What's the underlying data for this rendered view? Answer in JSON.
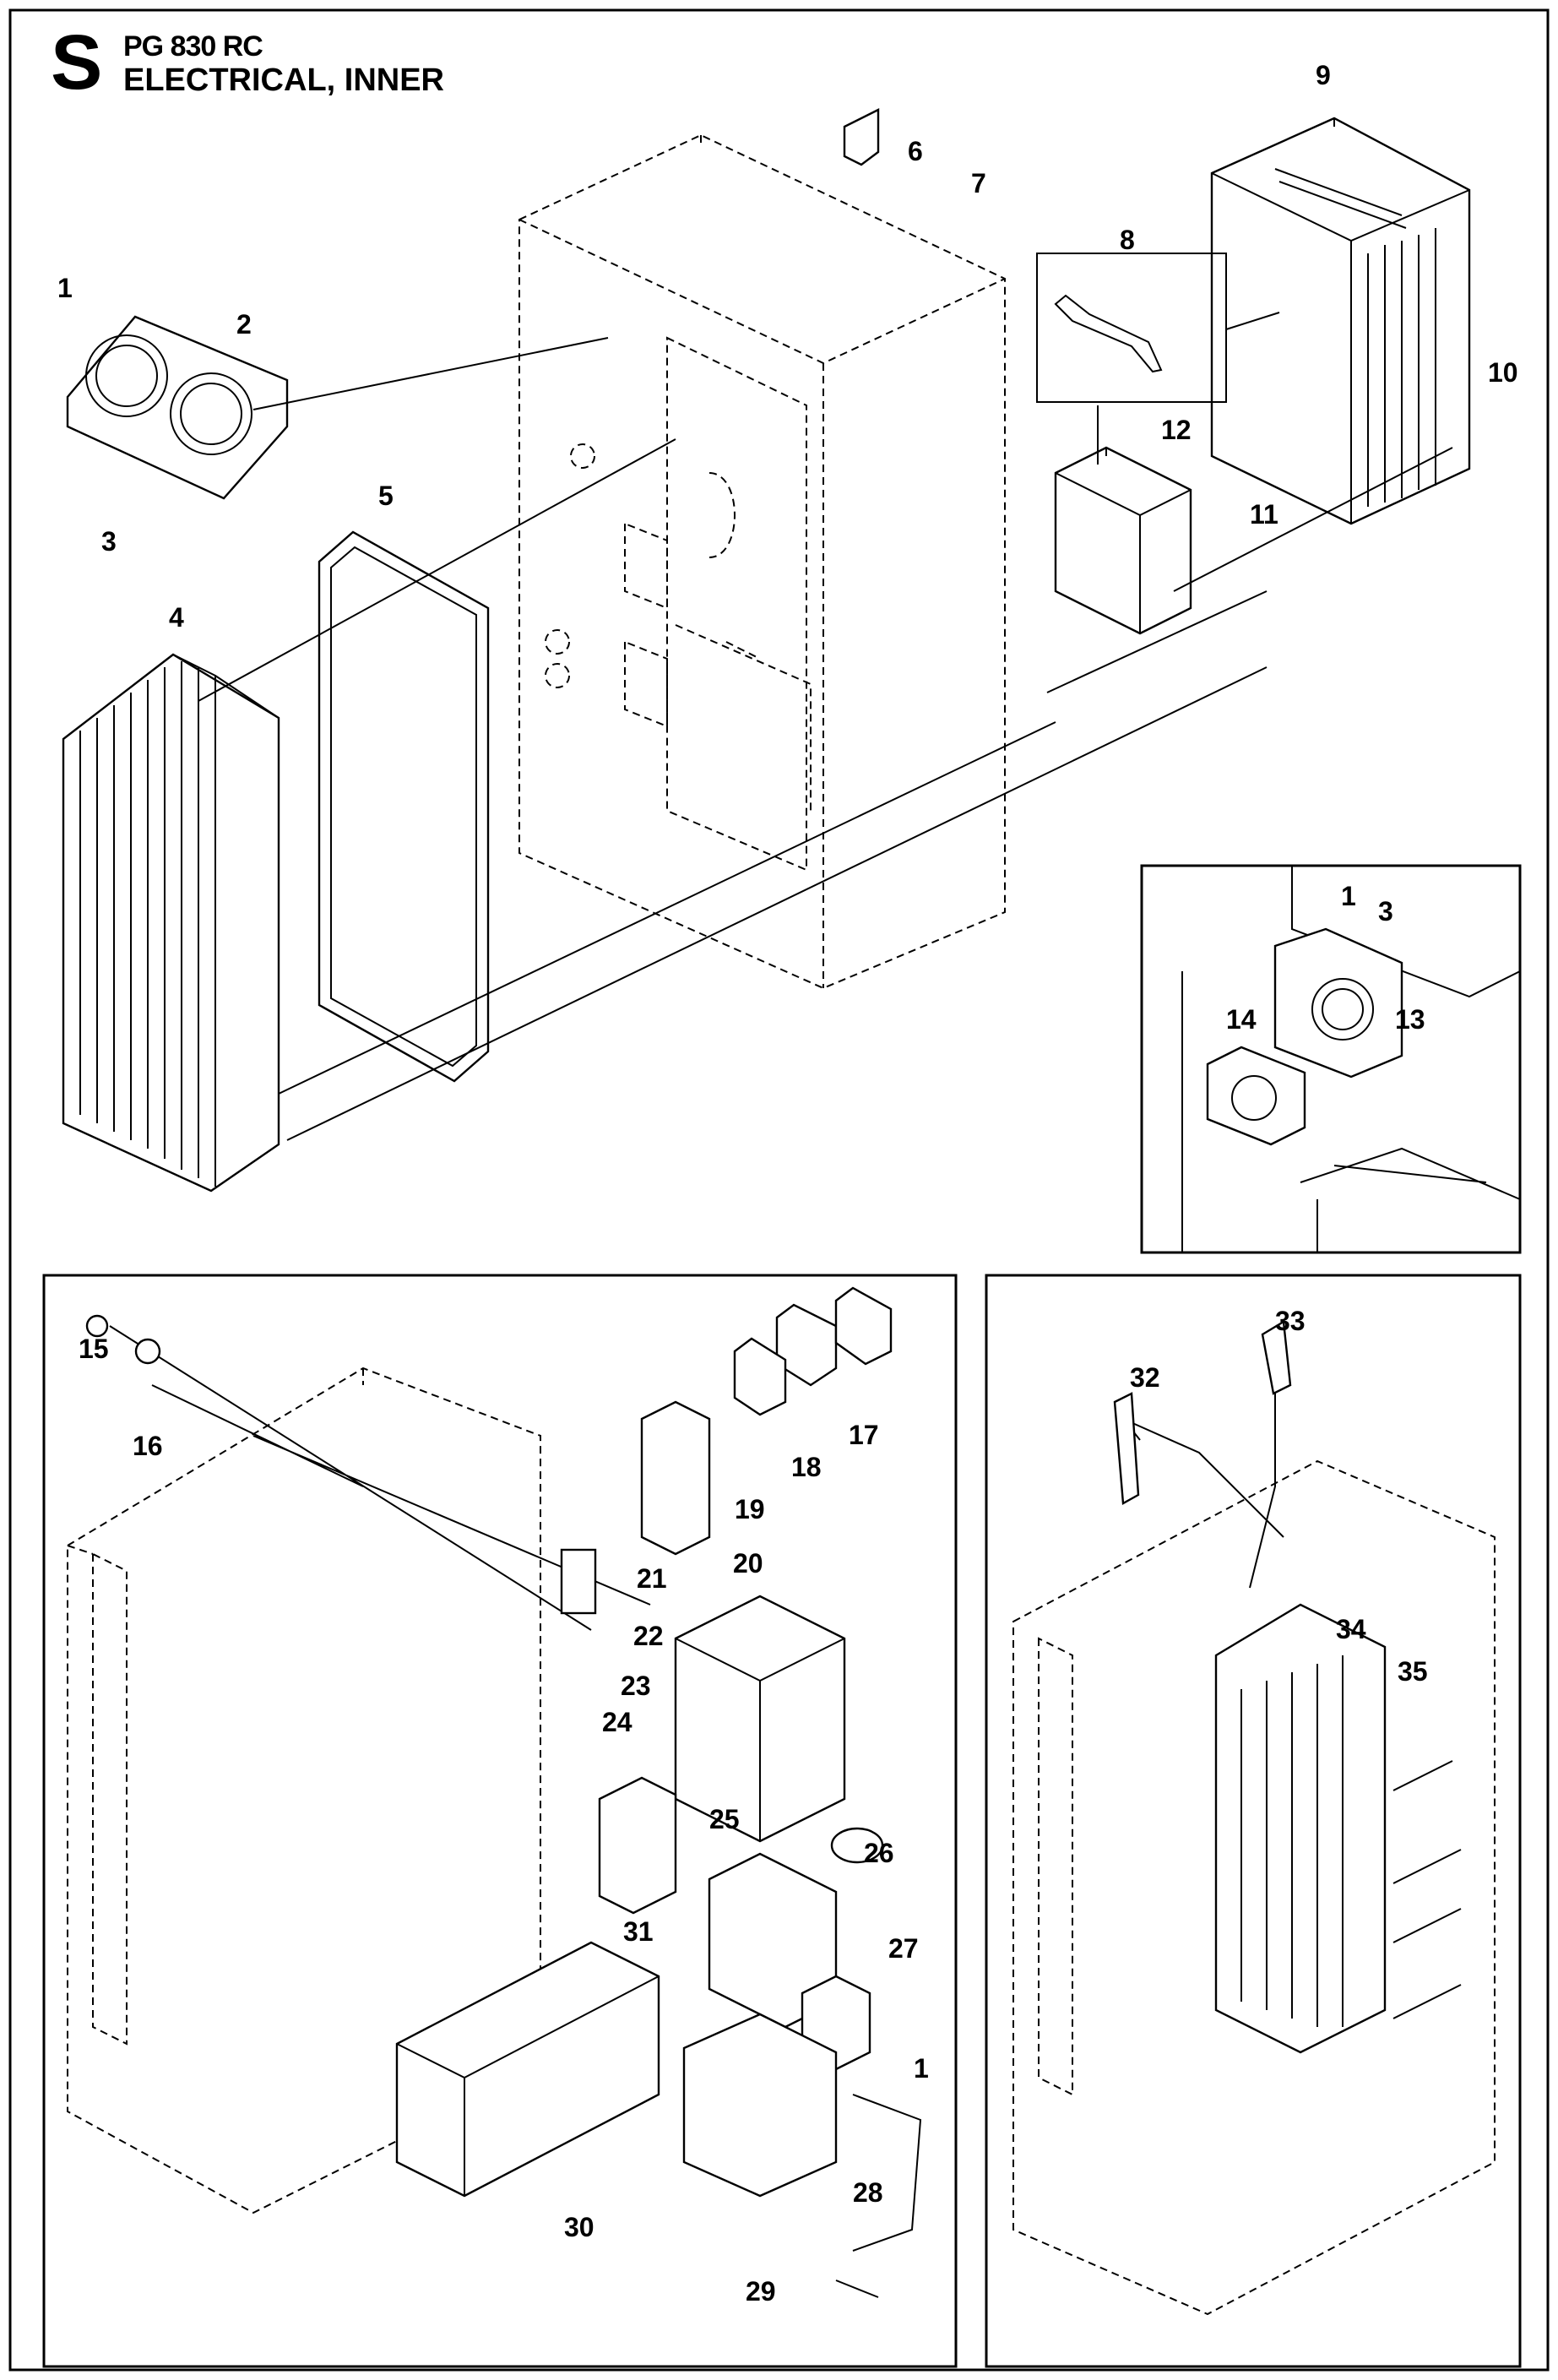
{
  "header": {
    "section_letter": "S",
    "model": "PG 830 RC",
    "title": "ELECTRICAL, INNER"
  },
  "callouts": {
    "main": [
      "1",
      "2",
      "3",
      "4",
      "5",
      "6",
      "7",
      "8",
      "9",
      "10",
      "11",
      "12"
    ],
    "inset_fan": [
      "1",
      "3",
      "13",
      "14"
    ],
    "lower_left": [
      "15",
      "16",
      "17",
      "18",
      "19",
      "20",
      "21",
      "22",
      "23",
      "24",
      "25",
      "26",
      "27",
      "28",
      "29",
      "30",
      "31",
      "1"
    ],
    "lower_right": [
      "32",
      "33",
      "34",
      "35"
    ]
  }
}
